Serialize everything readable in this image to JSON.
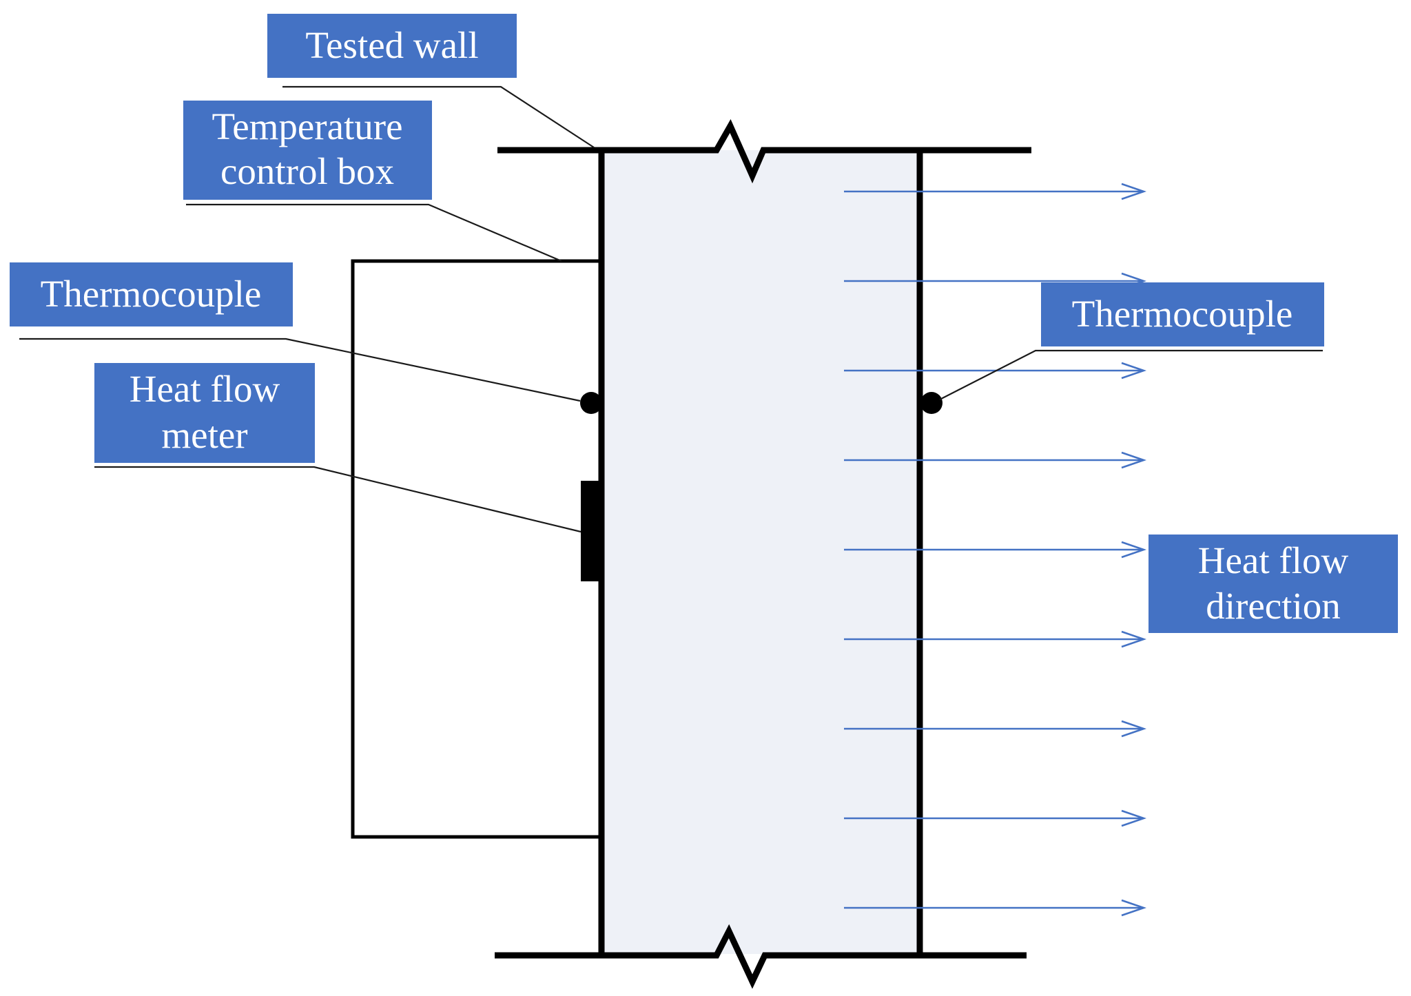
{
  "labels": {
    "tested_wall": "Tested wall",
    "temperature_control_box": [
      "Temperature",
      "control box"
    ],
    "thermocouple_left": "Thermocouple",
    "thermocouple_right": "Thermocouple",
    "heat_flow_meter": [
      "Heat flow",
      "meter"
    ],
    "heat_flow_direction": [
      "Heat flow",
      "direction"
    ]
  },
  "colors": {
    "label_fill": "#4472c4",
    "label_text": "#ffffff",
    "arrow": "#4472c4",
    "wall_fill": "#eef1f7",
    "line": "#000000"
  },
  "heat_flow_arrow_count": 9
}
